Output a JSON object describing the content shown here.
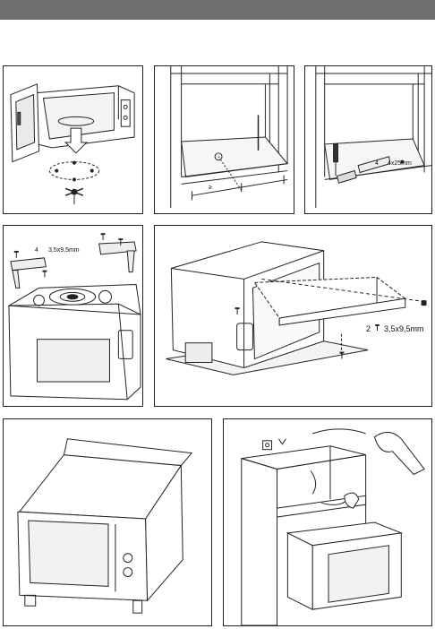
{
  "header": {
    "bar_color": "#6f6f6f"
  },
  "steps": [
    {
      "id": 1,
      "caption": ""
    },
    {
      "id": 2,
      "caption": ""
    },
    {
      "id": 3,
      "caption": "4",
      "screw_spec": "4x25mm"
    },
    {
      "id": 4,
      "caption": "4",
      "screw_spec": "3,5x9,5mm"
    },
    {
      "id": 5,
      "caption": "2",
      "screw_spec": "3,5x9,5mm"
    },
    {
      "id": 6,
      "caption": ""
    },
    {
      "id": 7,
      "caption": ""
    }
  ],
  "icons": [
    "microwave-icon",
    "turntable-icon",
    "cabinet-icon",
    "screwdriver-icon",
    "bracket-icon",
    "screw-icon",
    "plug-icon",
    "hand-icon",
    "arrow-icon"
  ]
}
